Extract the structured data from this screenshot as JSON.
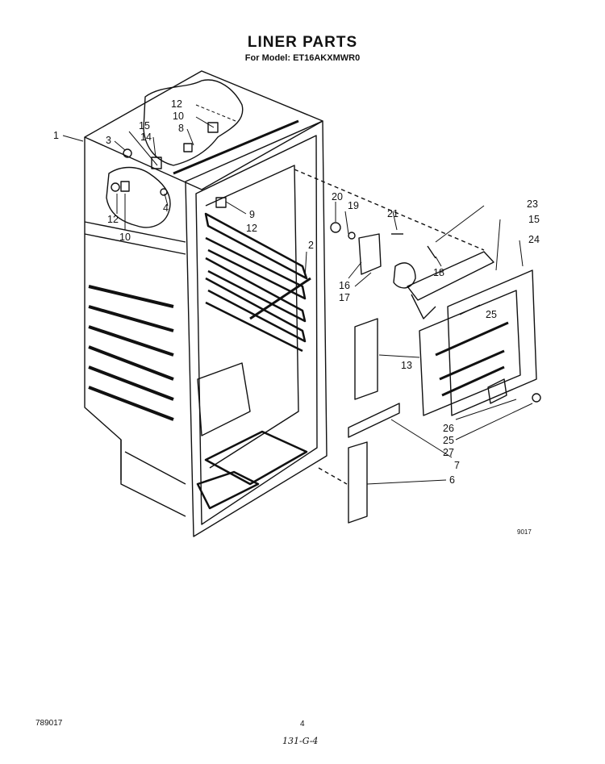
{
  "header": {
    "title": "LINER PARTS",
    "model_line": "For Model: ET16AKXMWR0"
  },
  "callouts": [
    "1",
    "2",
    "3",
    "4",
    "6",
    "7",
    "8",
    "9",
    "10",
    "10",
    "12",
    "12",
    "12",
    "13",
    "14",
    "15",
    "15",
    "16",
    "17",
    "18",
    "19",
    "20",
    "21",
    "23",
    "24",
    "25",
    "25",
    "26",
    "27"
  ],
  "drawing_code": "9017",
  "footer": {
    "doc_number": "789017",
    "page_number": "4",
    "handwritten_note": "131-G-4"
  }
}
